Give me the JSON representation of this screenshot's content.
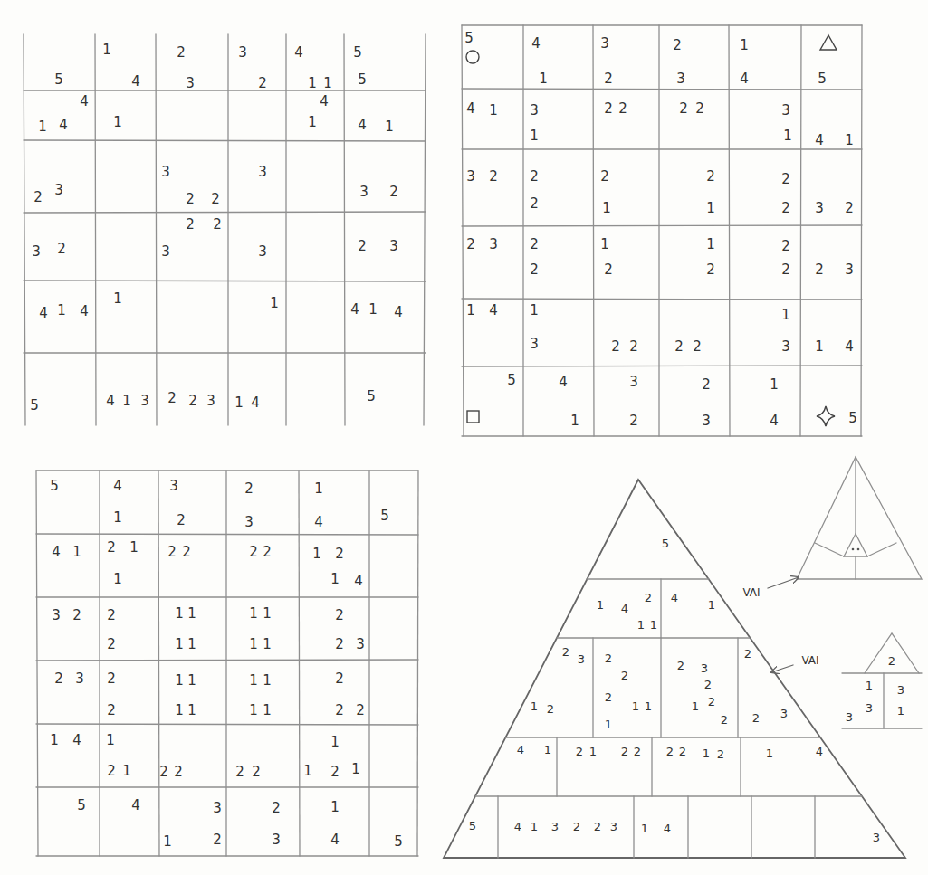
{
  "diagram": {
    "labels": [
      "1",
      "2",
      "3",
      "4",
      "5",
      "5",
      "4",
      "3",
      "2",
      "1",
      "1",
      "5",
      "4",
      "4",
      "1",
      "4",
      "1",
      "1",
      "4",
      "1",
      "3",
      "3",
      "2",
      "2",
      "2",
      "3",
      "3",
      "2",
      "2",
      "2",
      "3",
      "2",
      "3",
      "3",
      "2",
      "3",
      "1",
      "1",
      "4",
      "1",
      "4",
      "4",
      "1",
      "4",
      "5",
      "4",
      "1",
      "3",
      "2",
      "2",
      "3",
      "1",
      "4",
      "5",
      "5",
      "4",
      "3",
      "2",
      "1",
      "1",
      "2",
      "3",
      "4",
      "5",
      "4",
      "1",
      "3",
      "2",
      "2",
      "2",
      "2",
      "3",
      "1",
      "1",
      "4",
      "1",
      "3",
      "2",
      "2",
      "2",
      "2",
      "2",
      "2",
      "1",
      "1",
      "2",
      "3",
      "2",
      "2",
      "3",
      "2",
      "1",
      "1",
      "2",
      "2",
      "2",
      "2",
      "2",
      "2",
      "3",
      "1",
      "4",
      "1",
      "1",
      "3",
      "2",
      "2",
      "2",
      "2",
      "3",
      "1",
      "4",
      "5",
      "4",
      "3",
      "2",
      "1",
      "1",
      "2",
      "3",
      "4",
      "5",
      "5",
      "4",
      "3",
      "2",
      "1",
      "1",
      "2",
      "3",
      "4",
      "5",
      "4",
      "1",
      "2",
      "1",
      "2",
      "2",
      "2",
      "2",
      "1",
      "2",
      "1",
      "1",
      "4",
      "3",
      "2",
      "2",
      "1",
      "1",
      "1",
      "1",
      "2",
      "2",
      "1",
      "1",
      "1",
      "1",
      "2",
      "3",
      "2",
      "3",
      "2",
      "1",
      "1",
      "1",
      "1",
      "2",
      "2",
      "1",
      "1",
      "1",
      "1",
      "2",
      "2",
      "1",
      "4",
      "1",
      "1",
      "2",
      "1",
      "2",
      "2",
      "2",
      "2",
      "1",
      "2",
      "1",
      "5",
      "4",
      "3",
      "2",
      "1",
      "1",
      "2",
      "3",
      "4",
      "5",
      "5",
      "1",
      "4",
      "2",
      "4",
      "1",
      "1",
      "1",
      "2",
      "3",
      "2",
      "2",
      "3",
      "2",
      "2",
      "2",
      "1",
      "2",
      "2",
      "1",
      "1",
      "1",
      "2",
      "2",
      "2",
      "3",
      "1",
      "4",
      "1",
      "2",
      "1",
      "2",
      "2",
      "2",
      "2",
      "1",
      "2",
      "1",
      "4",
      "5",
      "4",
      "1",
      "3",
      "2",
      "2",
      "3",
      "1",
      "4",
      "3",
      "VAI",
      "VAI",
      "2",
      "1",
      "3",
      "3",
      "1",
      "3"
    ]
  }
}
